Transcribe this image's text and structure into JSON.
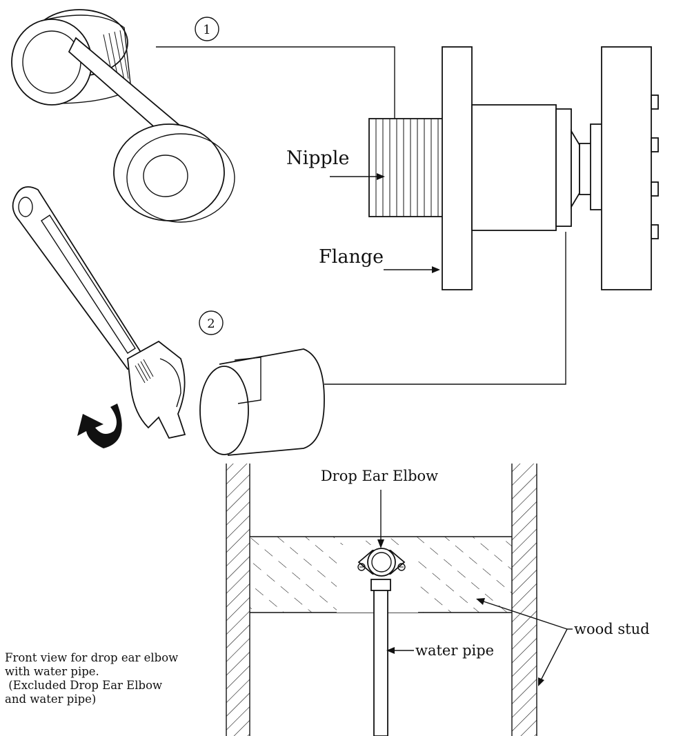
{
  "callouts": {
    "step1": "1",
    "step2": "2"
  },
  "labels": {
    "nipple": "Nipple",
    "flange": "Flange",
    "drop_ear_elbow": "Drop Ear Elbow",
    "wood_stud": "wood stud",
    "water_pipe": "water pipe"
  },
  "note": {
    "line1": "Front view for drop ear elbow",
    "line2": "with water pipe.",
    "line3": " (Excluded Drop Ear Elbow",
    "line4": "and water pipe)"
  },
  "icons": [
    "tape-roll-icon",
    "wrench-icon",
    "rotate-arrow-icon",
    "cap-icon",
    "valve-assembly-icon",
    "drop-ear-elbow-icon"
  ]
}
